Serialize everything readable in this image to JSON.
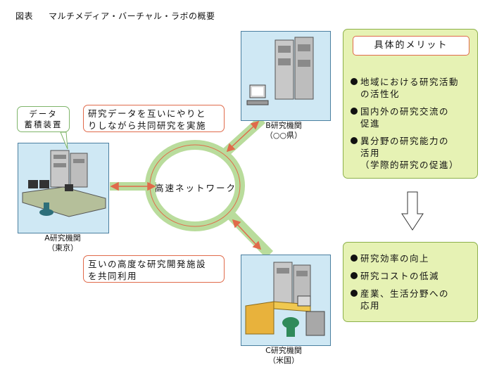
{
  "title": {
    "prefix": "図表",
    "text": "マルチメディア・バーチャル・ラボの概要"
  },
  "network": {
    "label": "高速ネットワーク"
  },
  "labs": {
    "a": {
      "name": "A研究機関",
      "location": "（東京）"
    },
    "b": {
      "name": "B研究機関",
      "location": "（○○県）"
    },
    "c": {
      "name": "C研究機関",
      "location": "（米国）"
    }
  },
  "storage": {
    "line1": "データ",
    "line2": "蓄積装置"
  },
  "callouts": {
    "top": [
      "研究データを互いにやりと",
      "りしながら共同研究を実施"
    ],
    "bottom": [
      "互いの高度な研究開発施設",
      "を共同利用"
    ]
  },
  "merits": {
    "heading": "具体的メリット",
    "items": [
      [
        "地域における研究活動",
        "の活性化"
      ],
      [
        "国内外の研究交流の",
        "促進"
      ],
      [
        "異分野の研究能力の",
        "活用",
        "（学際的研究の促進）"
      ]
    ]
  },
  "results": {
    "items": [
      [
        "研究効率の向上"
      ],
      [
        "研究コストの低減"
      ],
      [
        "産業、生活分野への",
        "応用"
      ]
    ]
  },
  "colors": {
    "ring": "#b9dc9c",
    "ring_line": "#e06a4a",
    "panel_bg": "#cfe8f4",
    "green_panel": "#e6f2b4"
  }
}
